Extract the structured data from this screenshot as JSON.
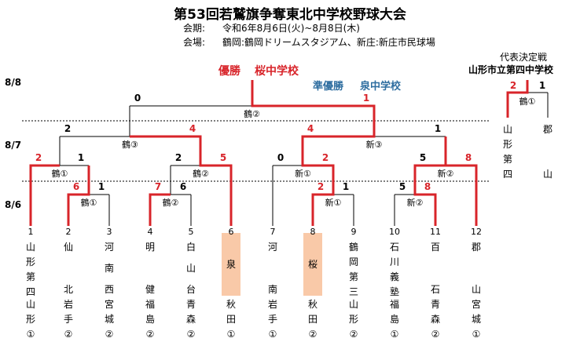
{
  "title": "第53回若鷲旗争奪東北中学校野球大会",
  "period_label": "会期:",
  "period": "令和6年8月6日(火)~8月8日(木)",
  "venue_label": "会場:",
  "venue": "鶴岡:鶴岡ドリームスタジアム、新庄:新庄市民球場",
  "champion_label": "優勝",
  "champion": "桜中学校",
  "runner_up_label": "準優勝",
  "runner_up": "泉中学校",
  "dates": [
    "8/8",
    "8/7",
    "8/6"
  ],
  "rep_title": "代表決定戦",
  "rep_team": "山形市立第四中学校",
  "rep_scores": [
    "2",
    "1"
  ],
  "rep_venue": "鶴①",
  "rep_left_team": "山形第四",
  "rep_right_team": "郡山",
  "teams": [
    {
      "num": "1",
      "name": "山形第四",
      "pref": "山形",
      "seed": "①"
    },
    {
      "num": "2",
      "name": "仙",
      "pref": "北岩手",
      "seed": "②"
    },
    {
      "num": "3",
      "name": "河南",
      "pref": "西宮城",
      "seed": "②"
    },
    {
      "num": "4",
      "name": "明",
      "pref": "健福島",
      "seed": "②"
    },
    {
      "num": "5",
      "name": "白山",
      "pref": "台青森",
      "seed": "②"
    },
    {
      "num": "6",
      "name": "泉",
      "pref": "秋田",
      "seed": "①"
    },
    {
      "num": "7",
      "name": "河",
      "pref": "南岩手",
      "seed": "①"
    },
    {
      "num": "8",
      "name": "桜",
      "pref": "秋田",
      "seed": "②"
    },
    {
      "num": "9",
      "name": "鶴岡第三",
      "pref": "山形",
      "seed": "②"
    },
    {
      "num": "10",
      "name": "石川義塾",
      "pref": "福島",
      "seed": "①"
    },
    {
      "num": "11",
      "name": "百",
      "pref": "石青森",
      "seed": "②"
    },
    {
      "num": "12",
      "name": "郡",
      "pref": "山宮城",
      "seed": "①"
    }
  ],
  "games": [
    {
      "id": "r1a",
      "venue": "鶴①",
      "left": "6",
      "right": "1"
    },
    {
      "id": "r1b",
      "venue": "鶴②",
      "left": "7",
      "right": "6"
    },
    {
      "id": "r1c",
      "venue": "新①",
      "left": "2",
      "right": "1"
    },
    {
      "id": "r1d",
      "venue": "新②",
      "left": "5",
      "right": "8"
    },
    {
      "id": "r2a",
      "venue": "鶴①",
      "left": "2",
      "right": "1"
    },
    {
      "id": "r2b",
      "venue": "鶴②",
      "left": "2",
      "right": "5"
    },
    {
      "id": "r2c",
      "venue": "新①",
      "left": "0",
      "right": "2"
    },
    {
      "id": "r2d",
      "venue": "新②",
      "left": "5",
      "right": "8"
    },
    {
      "id": "sfa",
      "venue": "鶴③",
      "left": "2",
      "right": "4"
    },
    {
      "id": "sfb",
      "venue": "新③",
      "left": "4",
      "right": "1"
    },
    {
      "id": "final",
      "venue": "鶴②",
      "left": "0",
      "right": "1"
    }
  ],
  "colors": {
    "win": "#d8242a",
    "runner": "#2f6ea0",
    "highlight": "#f9c9a8"
  }
}
